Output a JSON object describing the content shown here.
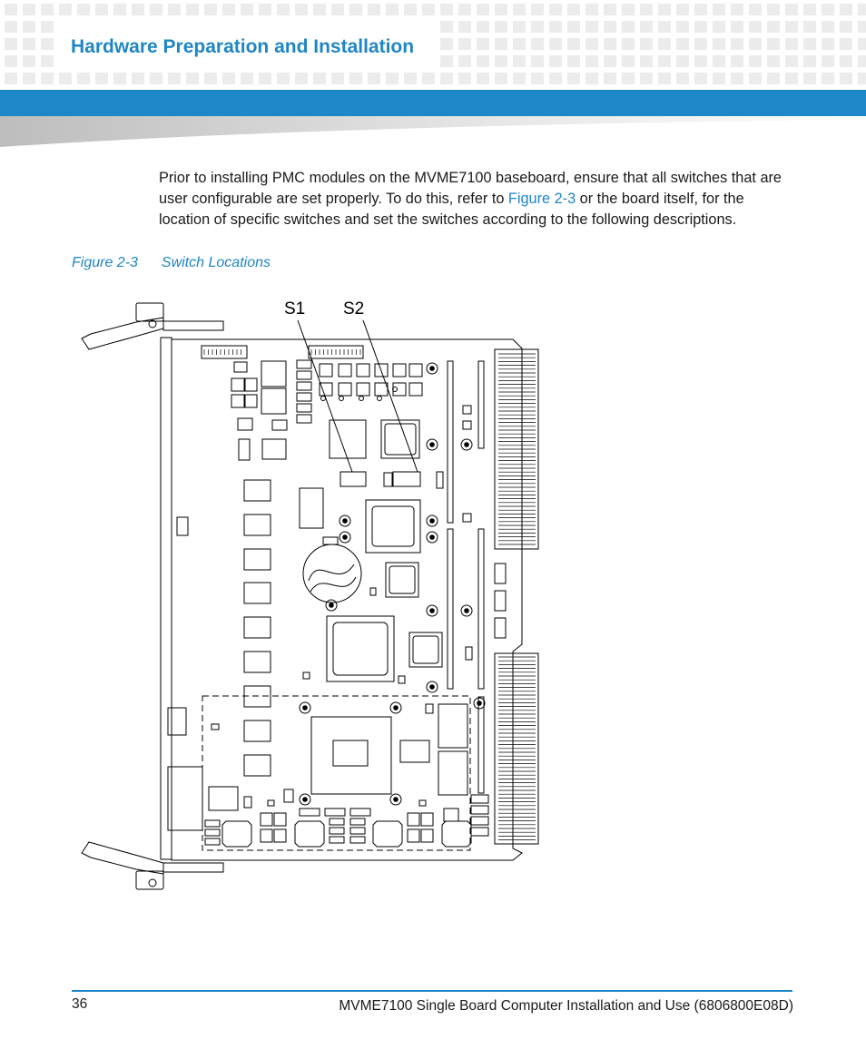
{
  "header": {
    "title": "Hardware Preparation and Installation",
    "accent_color": "#1e87c8"
  },
  "body": {
    "intro_part1": "Prior to installing PMC modules on the MVME7100 baseboard, ensure that all switches that are user configurable are set properly. To do this, refer to ",
    "intro_link": "Figure 2-3",
    "intro_part2": " or the board itself, for the location of specific switches and set the switches according to the following descriptions."
  },
  "figure": {
    "number": "Figure 2-3",
    "title": "Switch Locations",
    "labels": {
      "s1": "S1",
      "s2": "S2"
    }
  },
  "footer": {
    "page_number": "36",
    "doc_title": "MVME7100 Single Board Computer Installation and Use (6806800E08D)"
  }
}
